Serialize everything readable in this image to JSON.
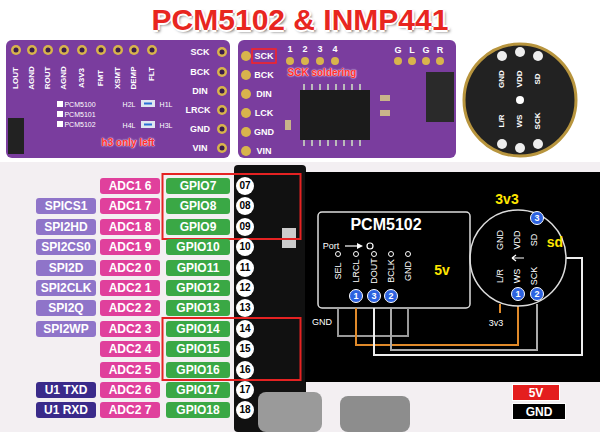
{
  "diagram": {
    "title": "PCM5102 & INMP441",
    "nodes": [
      {
        "text": [
          "ADC1 6"
        ]
      },
      {
        "text": [
          "GPIO7"
        ]
      },
      {
        "text": [
          "07"
        ]
      },
      {
        "text": [
          "SPICS1"
        ]
      },
      {
        "text": [
          "ADC1 7"
        ]
      },
      {
        "text": [
          "GPIO8"
        ]
      },
      {
        "text": [
          "08"
        ]
      },
      {
        "text": [
          "SPI2HD"
        ]
      },
      {
        "text": [
          "ADC1 8"
        ]
      },
      {
        "text": [
          "GPIO9"
        ]
      },
      {
        "text": [
          "09"
        ]
      },
      {
        "text": [
          "SPI2CS0"
        ]
      },
      {
        "text": [
          "ADC1 9"
        ]
      },
      {
        "text": [
          "GPIO10"
        ]
      },
      {
        "text": [
          "10"
        ]
      },
      {
        "text": [
          "SPI2D"
        ]
      },
      {
        "text": [
          "ADC2 0"
        ]
      },
      {
        "text": [
          "GPIO11"
        ]
      },
      {
        "text": [
          "11"
        ]
      },
      {
        "text": [
          "SPI2CLK"
        ]
      },
      {
        "text": [
          "ADC2 1"
        ]
      },
      {
        "text": [
          "GPIO12"
        ]
      },
      {
        "text": [
          "12"
        ]
      },
      {
        "text": [
          "SPI2Q"
        ]
      },
      {
        "text": [
          "ADC2 2"
        ]
      },
      {
        "text": [
          "GPIO13"
        ]
      },
      {
        "text": [
          "13"
        ]
      },
      {
        "text": [
          "SPI2WP"
        ]
      },
      {
        "text": [
          "ADC2 3"
        ]
      },
      {
        "text": [
          "GPIO14"
        ]
      },
      {
        "text": [
          "14"
        ]
      },
      {
        "text": [
          "ADC2 4"
        ]
      },
      {
        "text": [
          "GPIO15"
        ]
      },
      {
        "text": [
          "15"
        ]
      },
      {
        "text": [
          "ADC2 5"
        ]
      },
      {
        "text": [
          "GPIO16"
        ]
      },
      {
        "text": [
          "16"
        ]
      },
      {
        "text": [
          "U1 TXD"
        ]
      },
      {
        "text": [
          "ADC2 6"
        ]
      },
      {
        "text": [
          "GPIO17"
        ]
      },
      {
        "text": [
          "17"
        ]
      },
      {
        "text": [
          "U1 RXD"
        ]
      },
      {
        "text": [
          "ADC2 7"
        ]
      },
      {
        "text": [
          "GPIO18"
        ]
      },
      {
        "text": [
          "18"
        ]
      },
      {
        "text": [
          "1"
        ]
      },
      {
        "text": [
          "3"
        ]
      },
      {
        "text": [
          "2"
        ]
      },
      {
        "text": [
          "3"
        ]
      },
      {
        "text": [
          "1"
        ]
      },
      {
        "text": [
          "2"
        ]
      },
      {
        "text": [
          "5V"
        ]
      },
      {
        "text": [
          "GND"
        ]
      }
    ],
    "labels": [
      "LOUT",
      "AGND",
      "ROUT",
      "AGND",
      "A3V3",
      "FMT",
      "XSMT",
      "DEMP",
      "FLT",
      "SCK",
      "BCK",
      "DIN",
      "LRCK",
      "GND",
      "VIN",
      "H2L",
      "H1L",
      "H4L",
      "H3L",
      "PCM5100",
      "PCM5101",
      "PCM5102",
      "h3 only left",
      "SCK",
      "BCK",
      "DIN",
      "LCK",
      "GND",
      "VIN",
      "1",
      "2",
      "3",
      "4",
      "G",
      "L",
      "G",
      "R",
      "SCK soldering",
      "GND",
      "VDD",
      "SD",
      "L/R",
      "WS",
      "SCK",
      "PCM5102",
      "Port",
      "SEL",
      "LRCL",
      "DOUT",
      "BCLK",
      "GND",
      "5v",
      "GND",
      "3v3",
      "3v3",
      "sd",
      "GND",
      "VDD",
      "SD",
      "L/R",
      "WS",
      "SCK"
    ]
  }
}
